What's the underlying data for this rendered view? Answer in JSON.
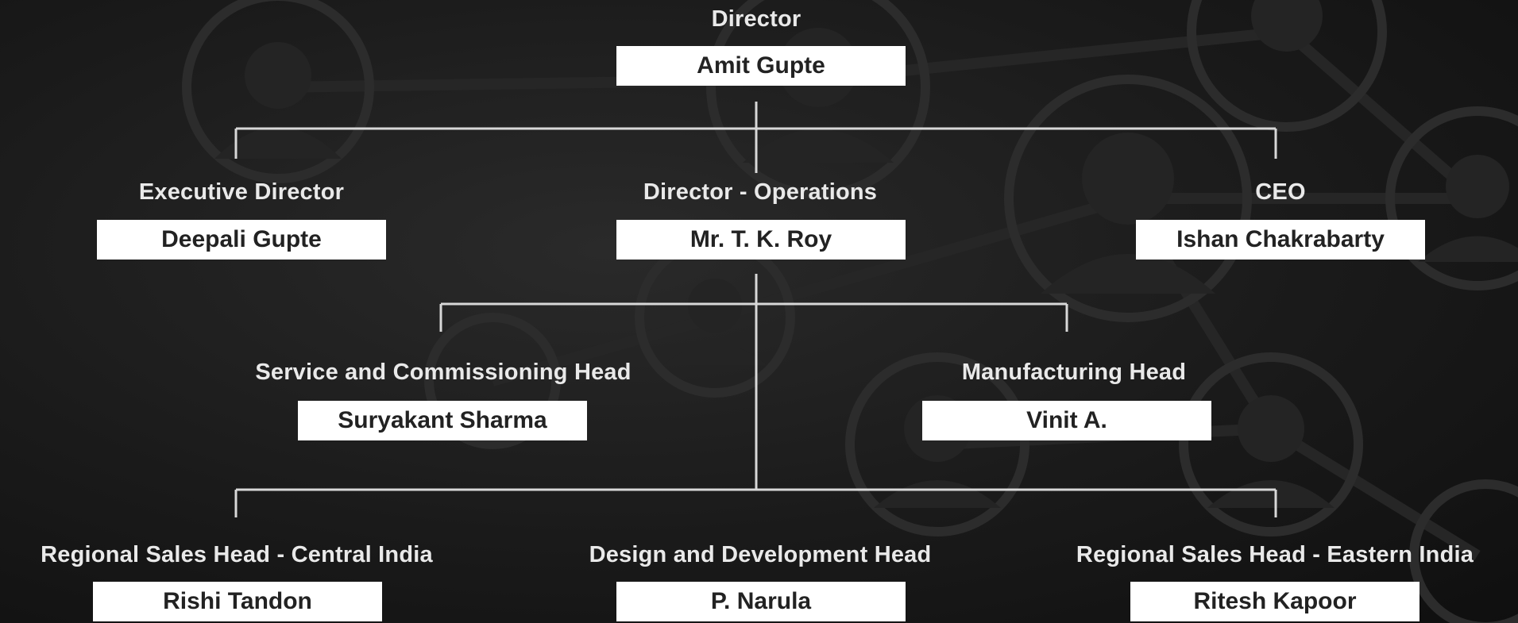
{
  "chart": {
    "director": {
      "role": "Director",
      "name": "Amit Gupte"
    },
    "executive_director": {
      "role": "Executive Director",
      "name": "Deepali Gupte"
    },
    "director_operations": {
      "role": "Director - Operations",
      "name": "Mr. T. K. Roy"
    },
    "ceo": {
      "role": "CEO",
      "name": "Ishan Chakrabarty"
    },
    "service_head": {
      "role": "Service and Commissioning Head",
      "name": "Suryakant Sharma"
    },
    "manufacturing_head": {
      "role": "Manufacturing Head",
      "name": "Vinit A."
    },
    "sales_central": {
      "role": "Regional Sales Head - Central India",
      "name": "Rishi Tandon"
    },
    "design_head": {
      "role": "Design and Development Head",
      "name": "P. Narula"
    },
    "sales_eastern": {
      "role": "Regional Sales Head - Eastern India",
      "name": "Ritesh Kapoor"
    }
  },
  "colors": {
    "background": "#151515",
    "connector": "#d8d8d8",
    "box": "#ffffff",
    "role_text": "#e9e9e9",
    "name_text": "#222222"
  }
}
